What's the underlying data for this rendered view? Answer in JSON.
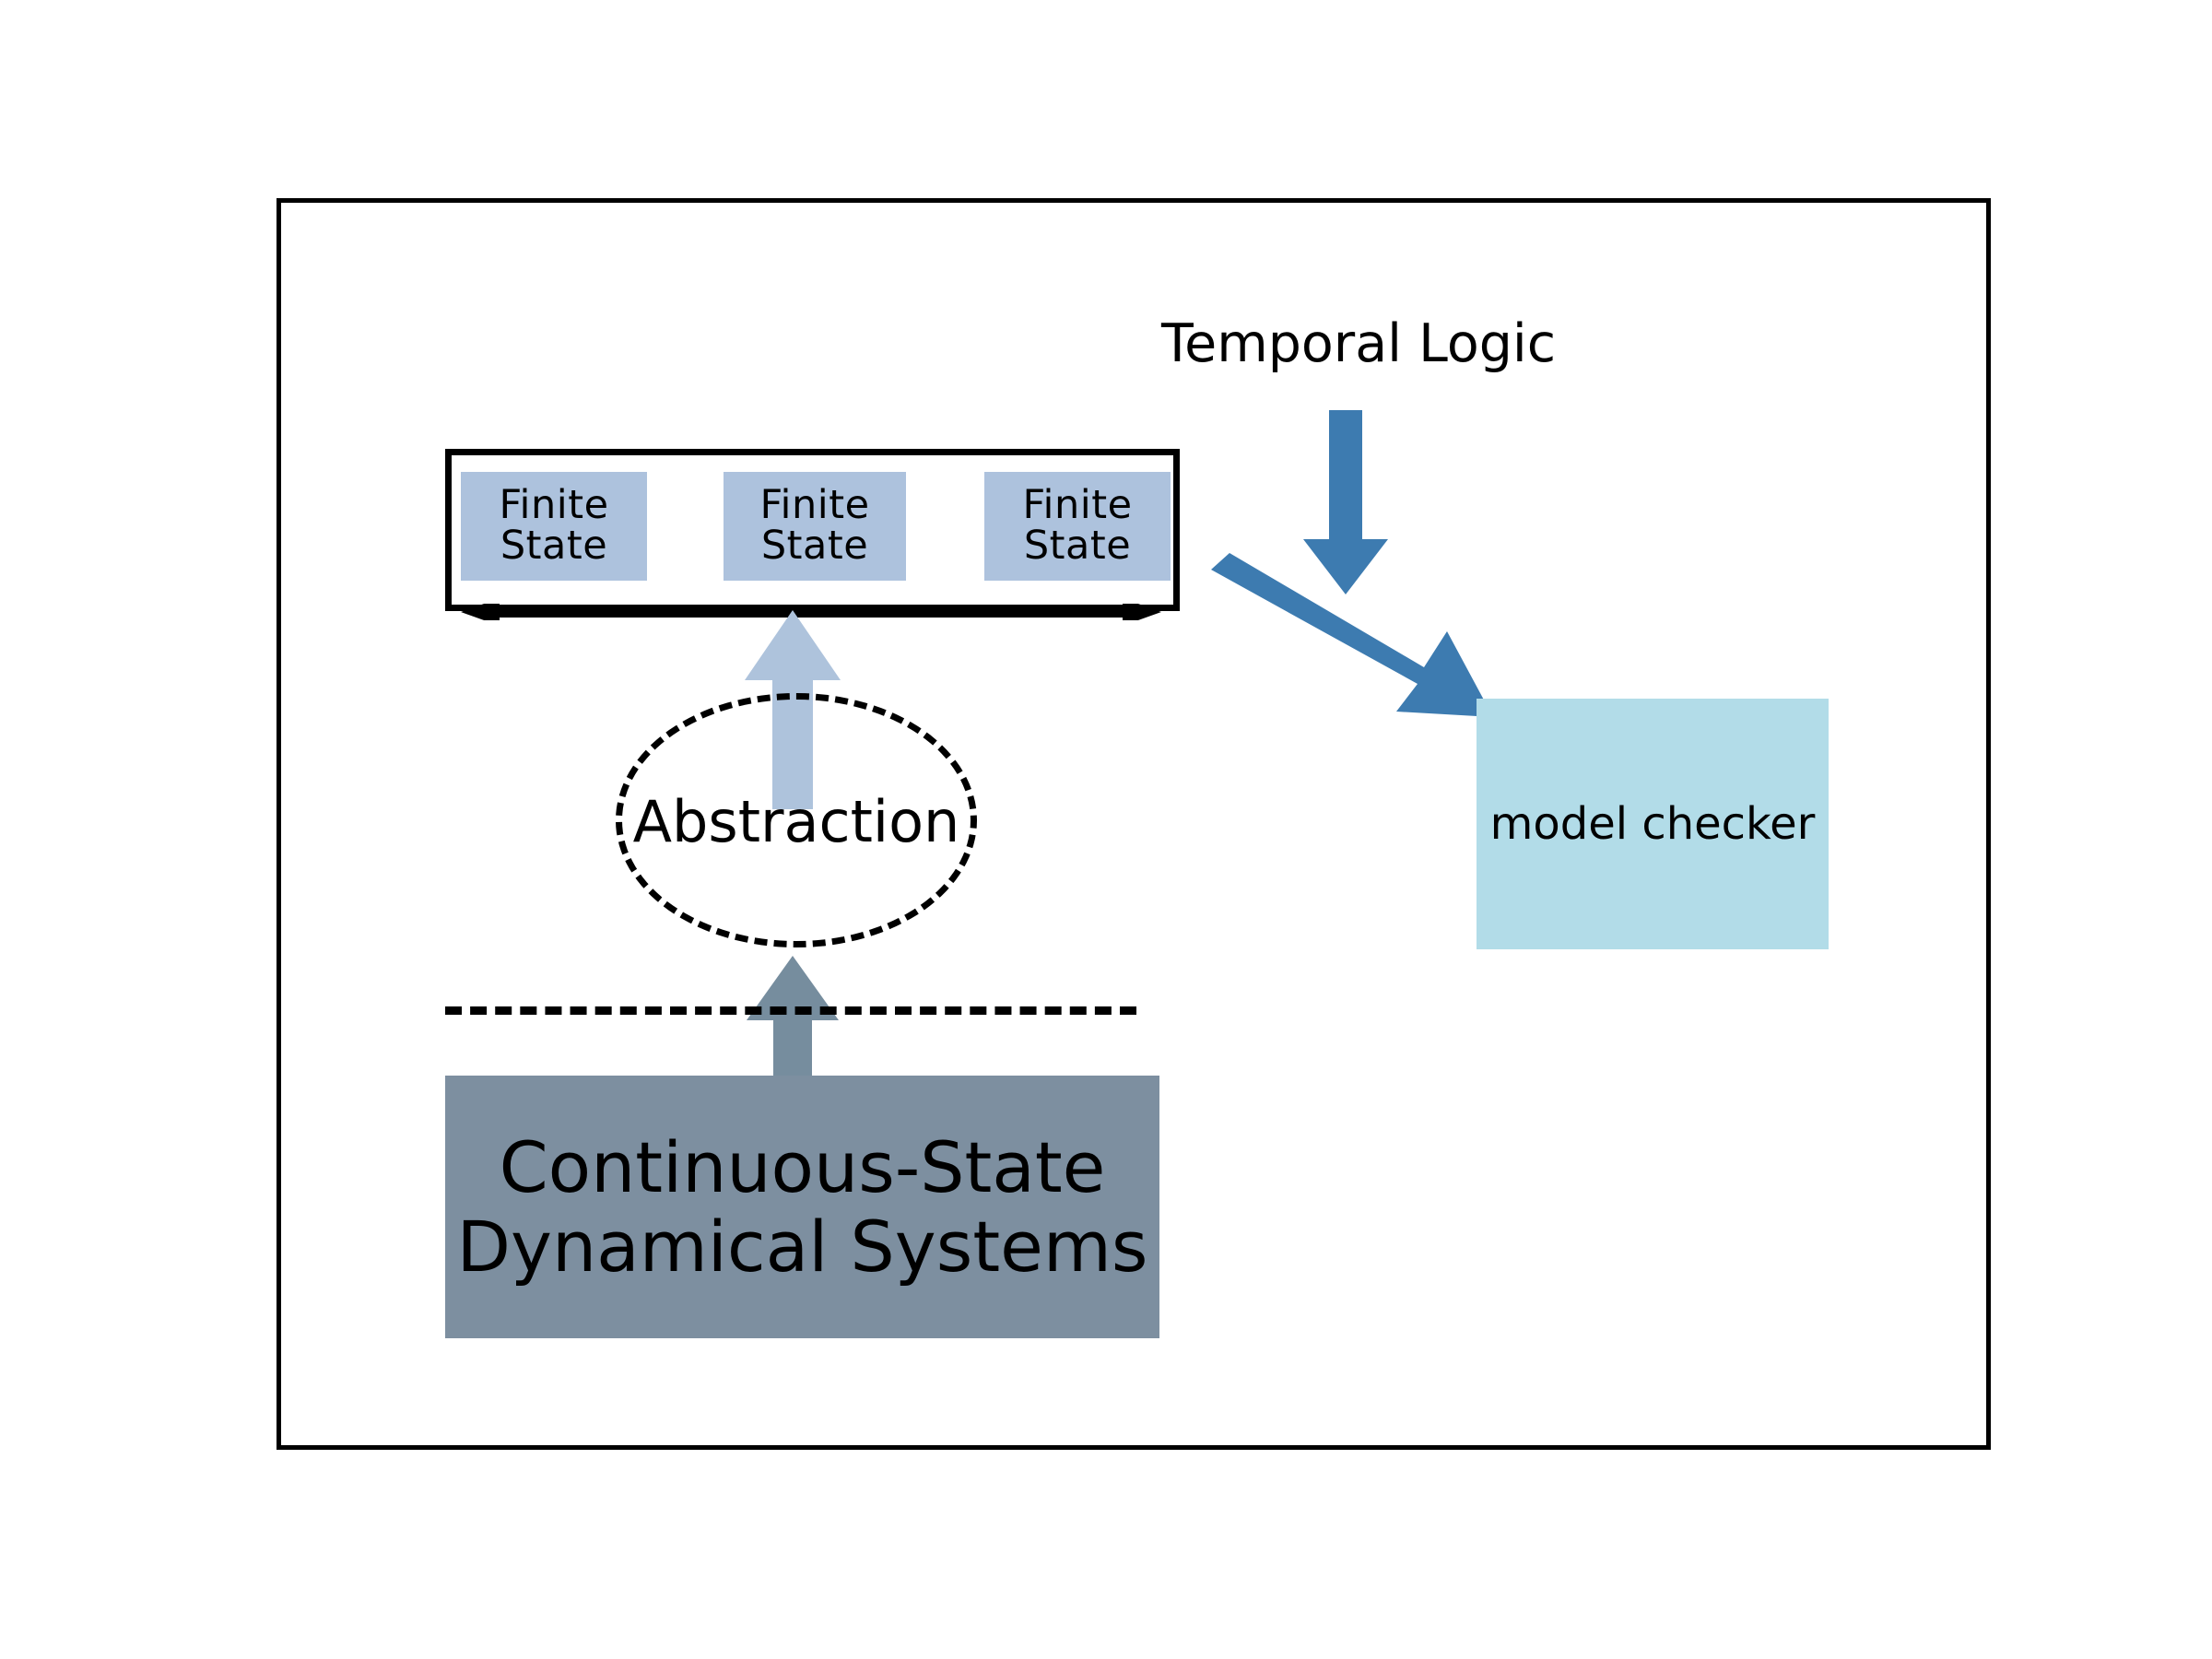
{
  "diagram": {
    "title_present": false,
    "colors": {
      "finite_state_fill": "#adc2dd",
      "abstraction_arrow": "#aec3dc",
      "gray_arrow": "#768d9e",
      "continuous_box_fill": "#7d8fa0",
      "blue_arrow": "#3d7bb0",
      "model_checker_fill": "#b2dce8",
      "stroke": "#000000"
    },
    "finite_states": [
      {
        "line1": "Finite",
        "line2": "State"
      },
      {
        "line1": "Finite",
        "line2": "State"
      },
      {
        "line1": "Finite",
        "line2": "State"
      }
    ],
    "abstraction_label": "Abstraction",
    "continuous_box": {
      "line1": "Continuous-State",
      "line2": "Dynamical Systems"
    },
    "temporal_logic_label": "Temporal Logic",
    "model_checker_label": "model checker",
    "arrows": {
      "bidirectional_state_axis": "double-headed-arrow",
      "abstraction_up": "up-arrow",
      "concrete_to_abstract": "up-arrow",
      "temporal_logic_down": "down-arrow",
      "states_to_model_checker": "diagonal-down-right-arrow"
    }
  }
}
